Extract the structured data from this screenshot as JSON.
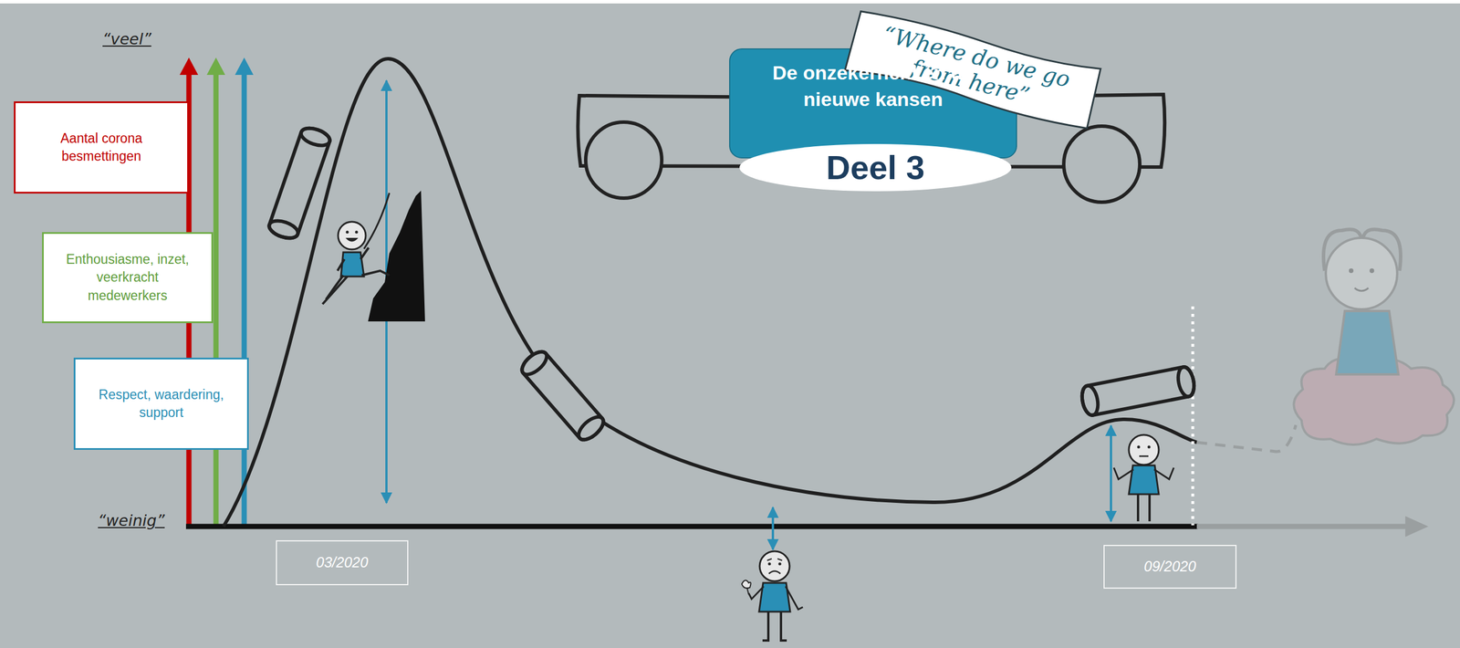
{
  "diagram": {
    "nodes": [
      {
        "text": [
          "Aantal corona besmettingen"
        ]
      },
      {
        "text": [
          "Enthousiasme, inzet, veerkracht medewerkers"
        ]
      },
      {
        "text": [
          "Respect, waardering, support"
        ]
      },
      {
        "text": [
          "De onzekerheid én de nieuwe kansen"
        ]
      },
      {
        "text": [
          "Deel 3"
        ]
      },
      {
        "text": [
          "“Where do we go from here”"
        ]
      },
      {
        "text": [
          "03/2020"
        ]
      },
      {
        "text": [
          "09/2020"
        ]
      }
    ],
    "labels": [
      "“veel”",
      "“weinig”"
    ]
  }
}
